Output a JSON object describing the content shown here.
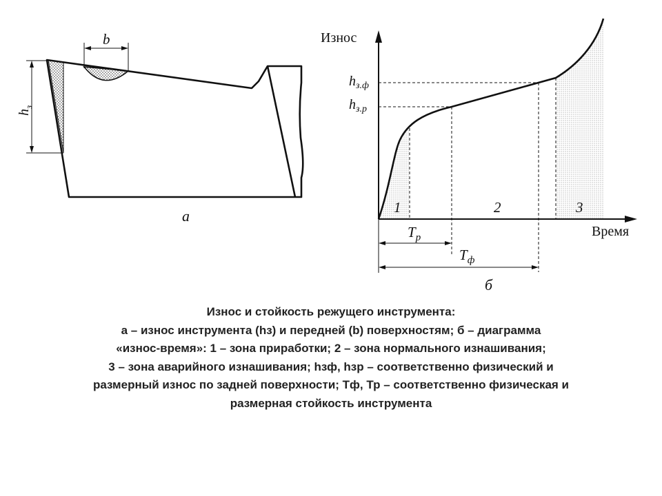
{
  "figure_a": {
    "label_b": "b",
    "label_h": "h",
    "label_h_sub": "з",
    "panel_label": "а"
  },
  "figure_b": {
    "y_axis_label": "Износ",
    "x_axis_label": "Время",
    "h_zf": "h",
    "h_zf_sub": "з.ф",
    "h_zr": "h",
    "h_zr_sub": "з.р",
    "zone_1": "1",
    "zone_2": "2",
    "zone_3": "3",
    "tr": "T",
    "tr_sub": "р",
    "tf": "T",
    "tf_sub": "ф",
    "panel_label": "б"
  },
  "caption": {
    "line1": "Износ и стойкость режущего инструмента:",
    "line2": "а – износ инструмента (hз) и передней (b) поверхностям; б – диаграмма",
    "line3": "«износ-время»: 1 – зона приработки; 2 – зона нормального изнашивания;",
    "line4": "3 – зона аварийного изнашивания; hзф, hзр – соответственно физический и",
    "line5": "размерный износ по задней поверхности; Тф, Тр – соответственно физическая и",
    "line6": "размерная стойкость инструмента"
  }
}
